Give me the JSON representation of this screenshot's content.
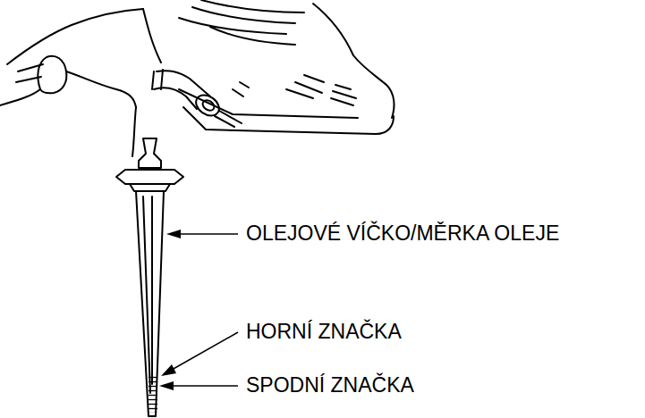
{
  "diagram": {
    "labels": [
      "OLEJOVÉ VÍČKO/MĚRKA OLEJE",
      "HORNÍ ZNAČKA",
      "SPODNÍ ZNAČKA"
    ]
  }
}
